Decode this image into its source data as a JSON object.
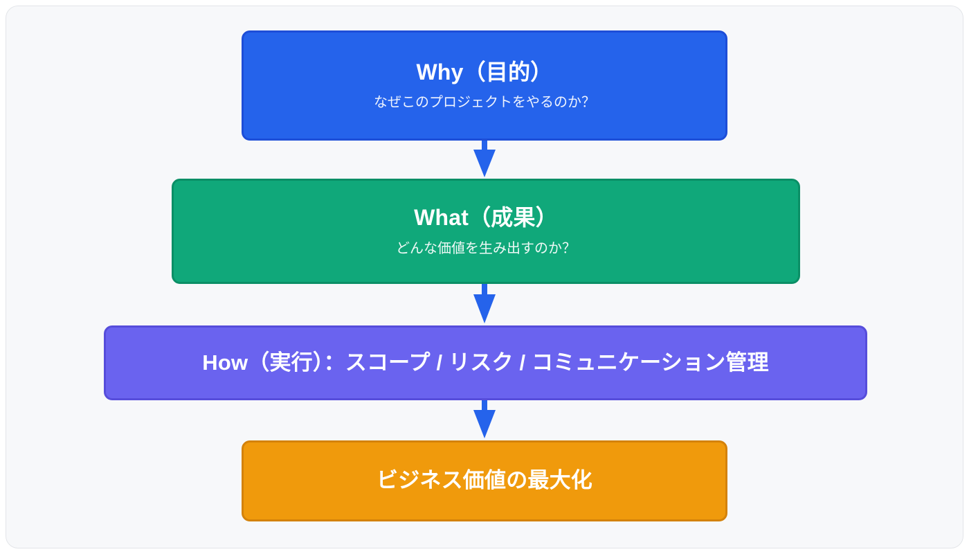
{
  "diagram": {
    "type": "flowchart",
    "direction": "top-to-bottom",
    "background_color": "#ffffff",
    "card_color": "#f7f8fa",
    "arrow_color": "#2563eb",
    "nodes": [
      {
        "id": "why",
        "title": "Why（目的）",
        "subtitle": "なぜこのプロジェクトをやるのか？",
        "fill_color": "#2563eb",
        "border_color": "#1d4ed8",
        "text_color": "#ffffff"
      },
      {
        "id": "what",
        "title": "What（成果）",
        "subtitle": "どんな価値を生み出すのか？",
        "fill_color": "#10a87a",
        "border_color": "#0b8f66",
        "text_color": "#ffffff"
      },
      {
        "id": "how",
        "title": "How（実行）：スコープ / リスク / コミュニケーション管理",
        "subtitle": "",
        "fill_color": "#6a63ef",
        "border_color": "#564ddb",
        "text_color": "#ffffff"
      },
      {
        "id": "value",
        "title": "ビジネス価値の最大化",
        "subtitle": "",
        "fill_color": "#f09a0c",
        "border_color": "#d4820a",
        "text_color": "#ffffff"
      }
    ],
    "edges": [
      {
        "id": "edge-why-what",
        "from": "why",
        "to": "what",
        "label": "",
        "marker": "arrow-down"
      },
      {
        "id": "edge-what-how",
        "from": "what",
        "to": "how",
        "label": "",
        "marker": "arrow-down"
      },
      {
        "id": "edge-how-value",
        "from": "how",
        "to": "value",
        "label": "",
        "marker": "arrow-down"
      }
    ]
  }
}
